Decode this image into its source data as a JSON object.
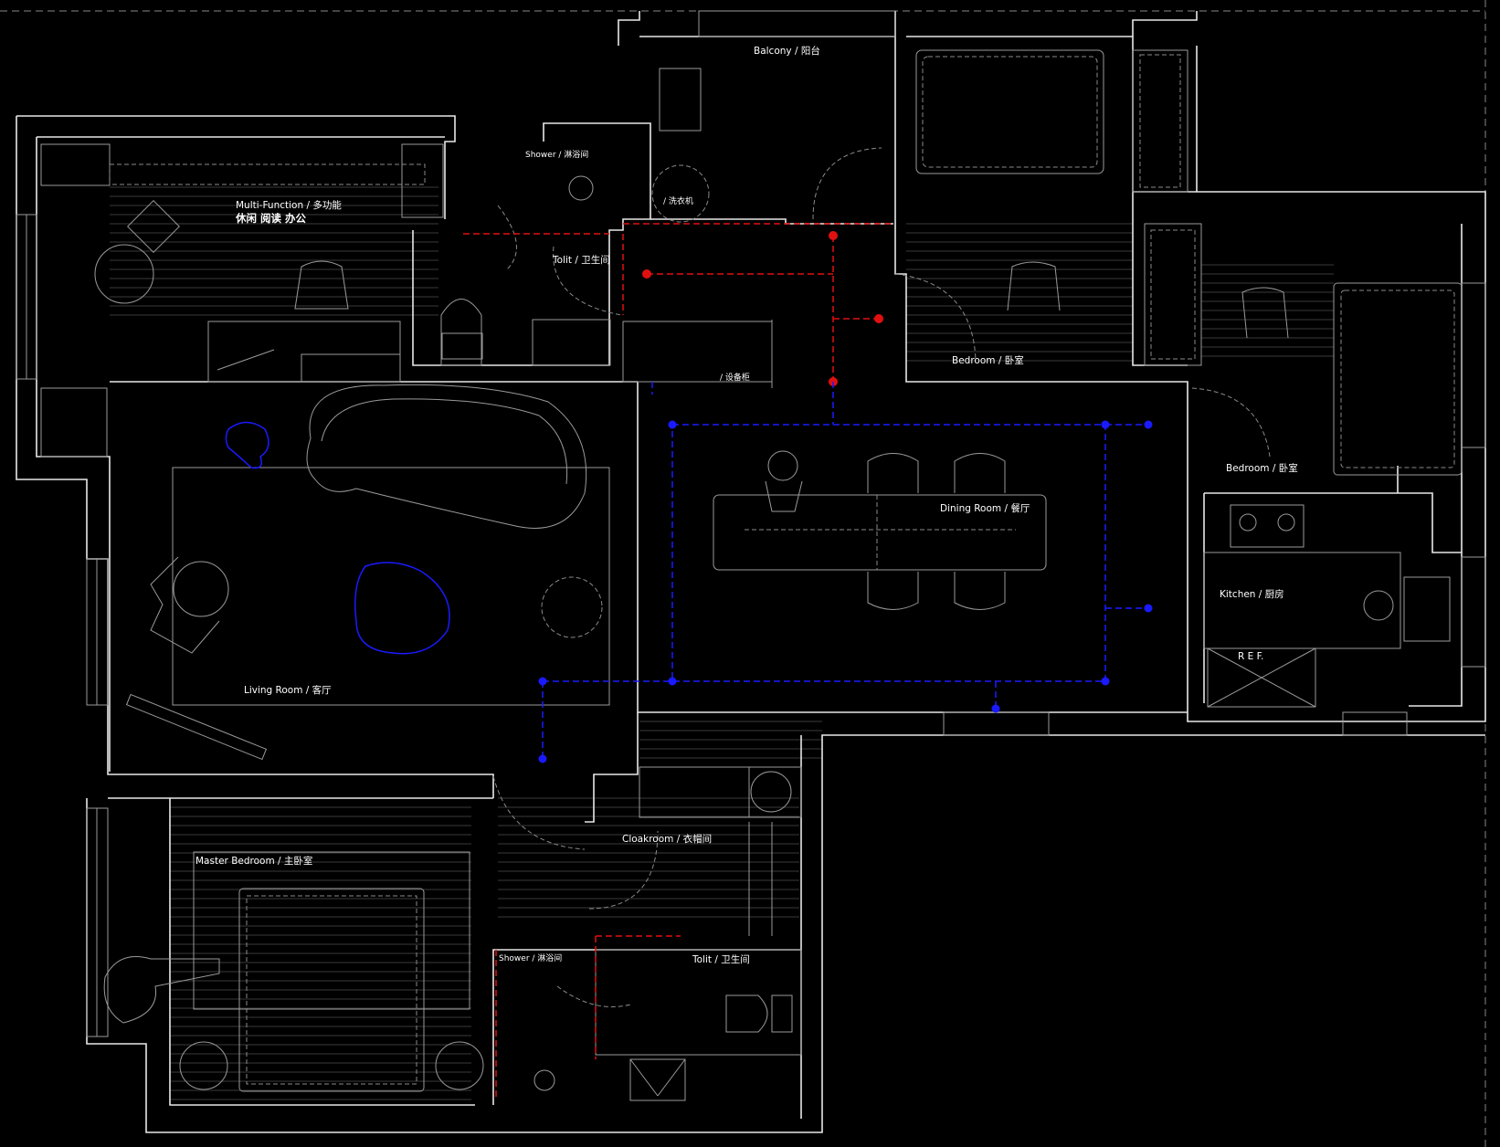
{
  "title": "Floor plan",
  "rooms": {
    "balcony": "Balcony / 阳台",
    "shower_top": "Shower / 淋浴间",
    "washer": "/ 洗衣机",
    "multi_function": "Multi-Function / 多功能",
    "multi_function_sub": "休闲 阅读 办公",
    "toilet_top": "Tolit / 卫生间",
    "equipment_cabinet": "/ 设备柜",
    "bedroom_1": "Bedroom / 卧室",
    "bedroom_2": "Bedroom / 卧室",
    "dining_room": "Dining Room / 餐厅",
    "kitchen": "Kitchen / 厨房",
    "refrigerator": "R E F.",
    "living_room": "Living Room / 客厅",
    "cloakroom": "Cloakroom / 衣帽间",
    "master_bedroom": "Master Bedroom / 主卧室",
    "shower_bottom": "Shower / 淋浴间",
    "toilet_bottom": "Tolit / 卫生间"
  },
  "colors": {
    "background": "#000000",
    "walls": "#e8e8e8",
    "red_lines": "#e01010",
    "blue_lines": "#1a1aff"
  }
}
